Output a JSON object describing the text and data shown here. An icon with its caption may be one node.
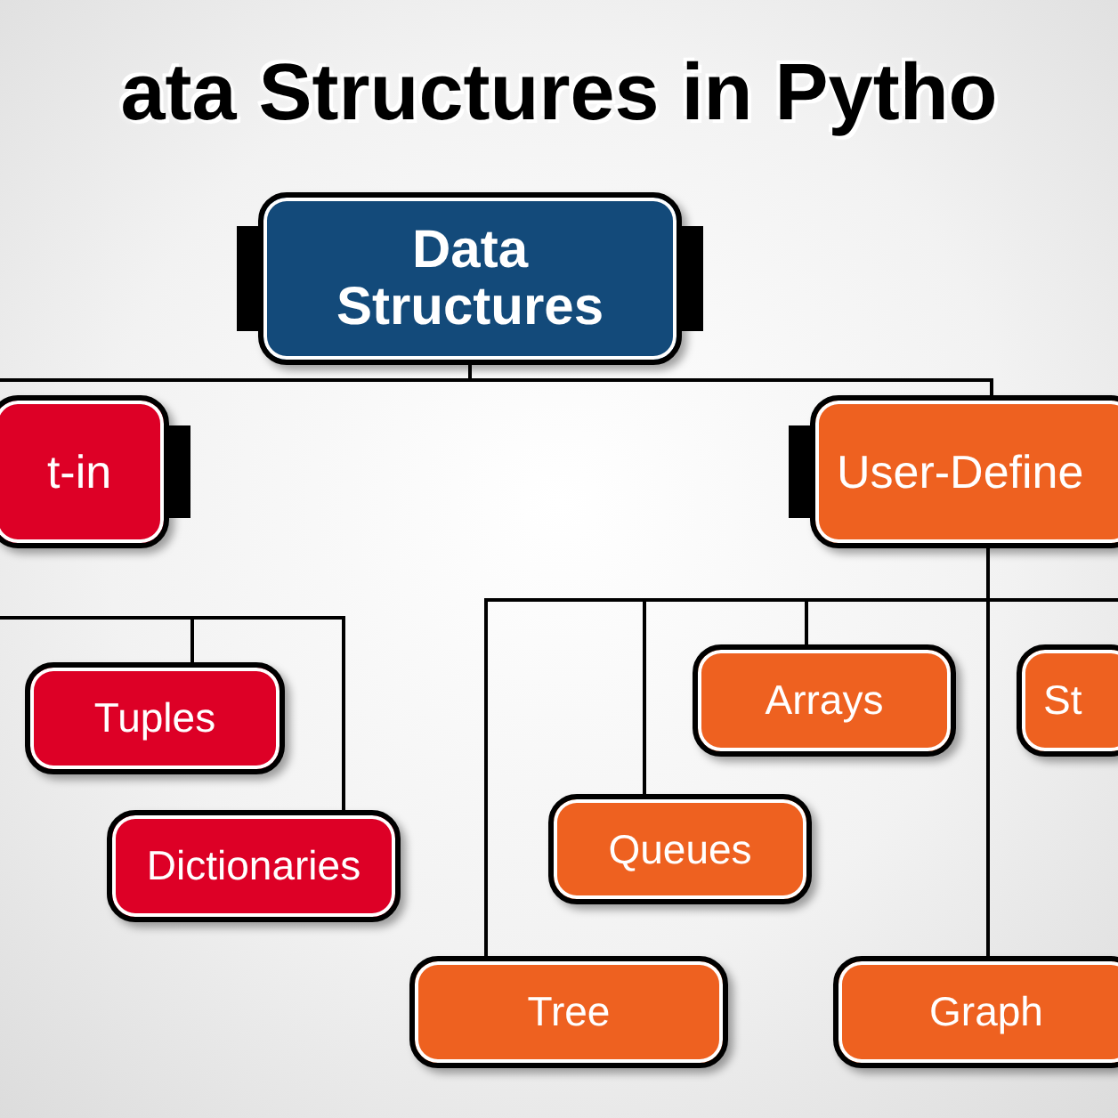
{
  "diagram": {
    "title": "ata Structures in Pytho",
    "nodes": [
      {
        "text": [
          "Data Structures"
        ]
      },
      {
        "text": [
          "t-in"
        ]
      },
      {
        "text": [
          "User-Define"
        ]
      },
      {
        "text": [
          "Tuples"
        ]
      },
      {
        "text": [
          "Dictionaries"
        ]
      },
      {
        "text": [
          "Arrays"
        ]
      },
      {
        "text": [
          "St"
        ]
      },
      {
        "text": [
          "Queues"
        ]
      },
      {
        "text": [
          "Tree"
        ]
      },
      {
        "text": [
          "Graph"
        ]
      }
    ],
    "edges": [
      {
        "from": 0,
        "to": 1,
        "arrow": "none"
      },
      {
        "from": 0,
        "to": 2,
        "arrow": "none"
      },
      {
        "from": 1,
        "to": 3,
        "arrow": "none"
      },
      {
        "from": 1,
        "to": 4,
        "arrow": "none"
      },
      {
        "from": 2,
        "to": 5,
        "arrow": "none"
      },
      {
        "from": 2,
        "to": 6,
        "arrow": "none"
      },
      {
        "from": 2,
        "to": 7,
        "arrow": "none"
      },
      {
        "from": 2,
        "to": 8,
        "arrow": "none"
      },
      {
        "from": 2,
        "to": 9,
        "arrow": "none"
      }
    ]
  }
}
